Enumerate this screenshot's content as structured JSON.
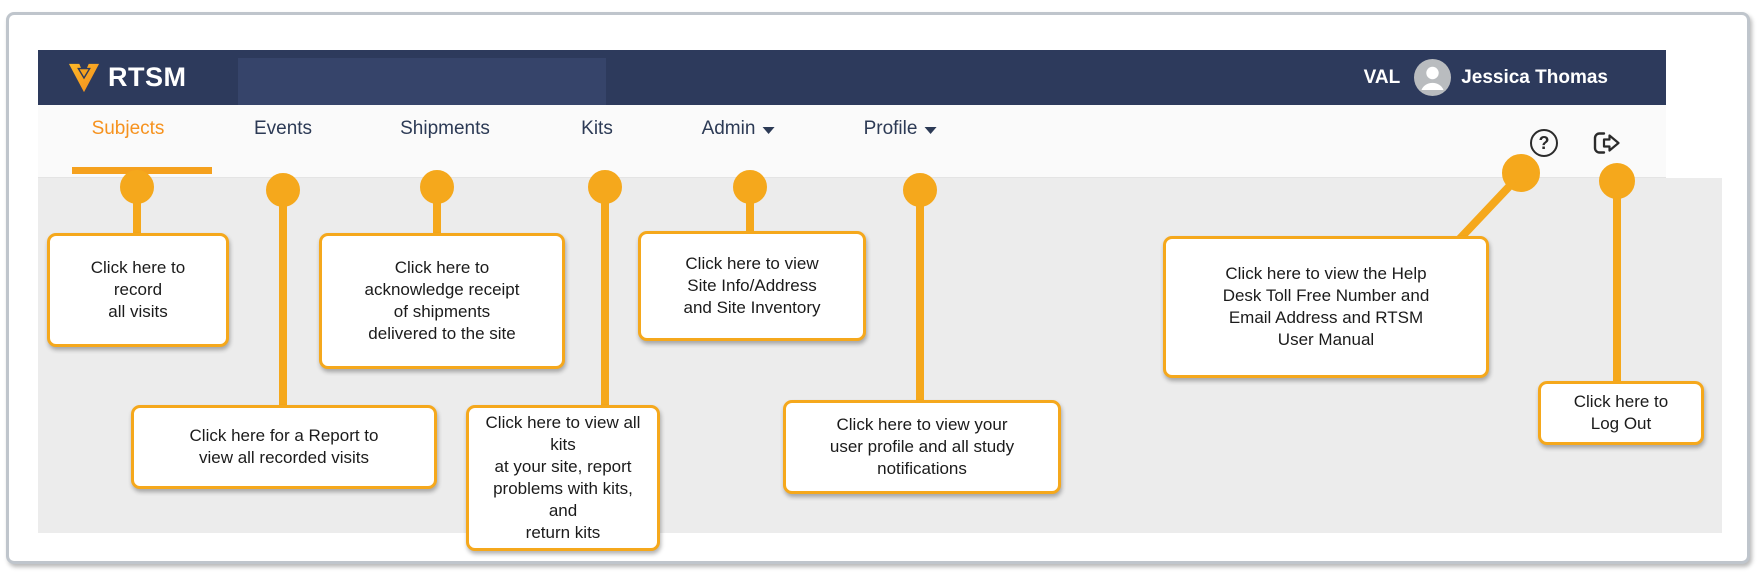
{
  "header": {
    "logo_text": "RTSM",
    "environment_label": "VAL",
    "user_name": "Jessica Thomas"
  },
  "nav": {
    "items": [
      {
        "label": "Subjects",
        "active": true,
        "dropdown": false
      },
      {
        "label": "Events",
        "active": false,
        "dropdown": false
      },
      {
        "label": "Shipments",
        "active": false,
        "dropdown": false
      },
      {
        "label": "Kits",
        "active": false,
        "dropdown": false
      },
      {
        "label": "Admin",
        "active": false,
        "dropdown": true
      },
      {
        "label": "Profile",
        "active": false,
        "dropdown": true
      }
    ]
  },
  "icons": {
    "help_glyph": "?",
    "help_name": "help-icon",
    "logout_name": "logout-icon",
    "avatar_name": "user-avatar-icon",
    "logo_name": "rtsm-v-logo-icon"
  },
  "callouts": {
    "subjects": "Click here to\nrecord\nall visits",
    "events": "Click here for a Report to\nview all recorded visits",
    "shipments": "Click here to\nacknowledge receipt\nof shipments\ndelivered to the site",
    "kits": "Click here to view all kits\nat your site, report\nproblems with kits, and\nreturn kits",
    "admin": "Click here to view\nSite Info/Address\nand Site Inventory",
    "profile": "Click here to view your\nuser profile and all study\nnotifications",
    "help": "Click here to view the Help\nDesk Toll Free Number and\nEmail Address and RTSM\nUser Manual",
    "logout": "Click here to\nLog Out"
  },
  "colors": {
    "accent_orange": "#F5A11E",
    "active_tab_orange": "#F6921E",
    "header_navy": "#2D3A5C",
    "canvas_gray": "#ECECEC"
  }
}
